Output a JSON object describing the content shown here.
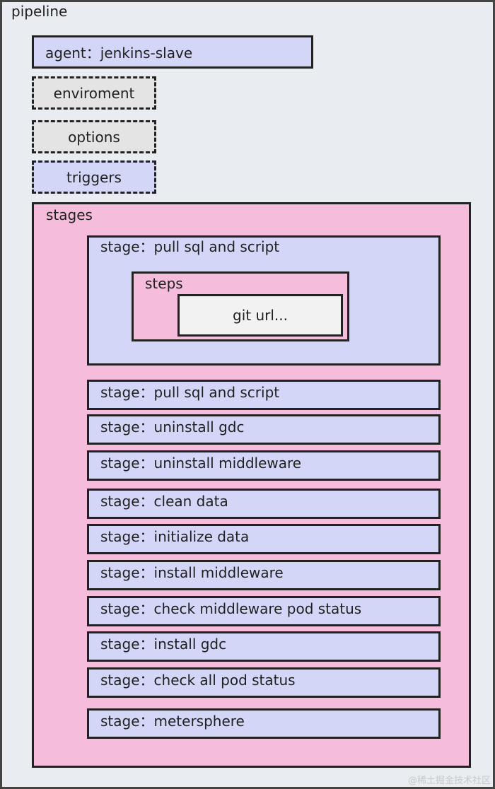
{
  "pipeline": {
    "label": "pipeline",
    "agent": "agent：jenkins-slave",
    "environment": "enviroment",
    "options": "options",
    "triggers": "triggers",
    "stages": {
      "label": "stages",
      "first_stage": {
        "label": "stage：pull sql and script",
        "steps_label": "steps",
        "step_text": "git url..."
      },
      "items": [
        "stage：pull sql and script",
        "stage：uninstall gdc",
        "stage：uninstall middleware",
        "stage：clean data",
        "stage：initialize data",
        "stage：install middleware",
        "stage：check middleware pod status",
        "stage：install gdc",
        "stage：check all pod status",
        "stage：metersphere"
      ]
    }
  },
  "watermark": "@稀土掘金技术社区",
  "colors": {
    "background": "#e9edf1",
    "blue_block": "#d4d6f7",
    "pink_block": "#f5bcdc",
    "gray_block": "#e4e4e4",
    "border": "#222222"
  }
}
